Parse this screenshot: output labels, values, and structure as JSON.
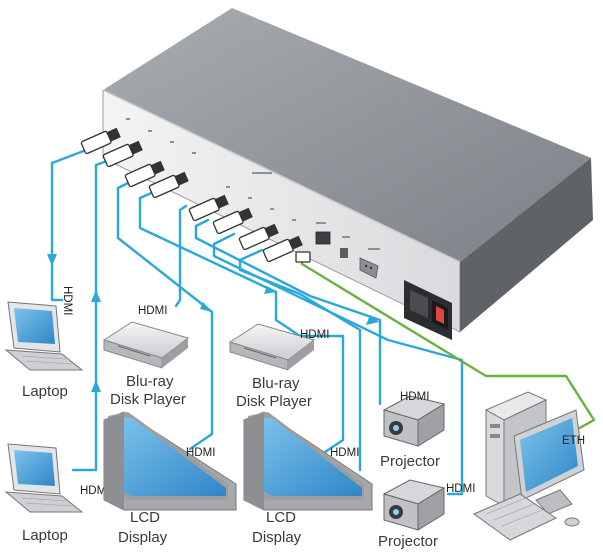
{
  "labels": {
    "laptop_1": "Laptop",
    "laptop_2": "Laptop",
    "bluray_1_line1": "Blu-ray",
    "bluray_1_line2": "Disk Player",
    "bluray_2_line1": "Blu-ray",
    "bluray_2_line2": "Disk Player",
    "lcd_1_line1": "LCD",
    "lcd_1_line2": "Display",
    "lcd_2_line1": "LCD",
    "lcd_2_line2": "Display",
    "projector_1": "Projector",
    "projector_2": "Projector"
  },
  "cable_labels": {
    "laptop_1": "HDMI",
    "laptop_2": "HDMI",
    "bluray_1": "HDMI",
    "bluray_2": "HDMI",
    "lcd_1": "HDMI",
    "lcd_2": "HDMI",
    "projector_1": "HDMI",
    "projector_2": "HDMI",
    "eth": "ETH"
  },
  "colors": {
    "hdmi_cable": "#2aa8d8",
    "eth_cable": "#6ab23c",
    "chassis": "#8a8d92",
    "screen": "#4aa3d8"
  }
}
